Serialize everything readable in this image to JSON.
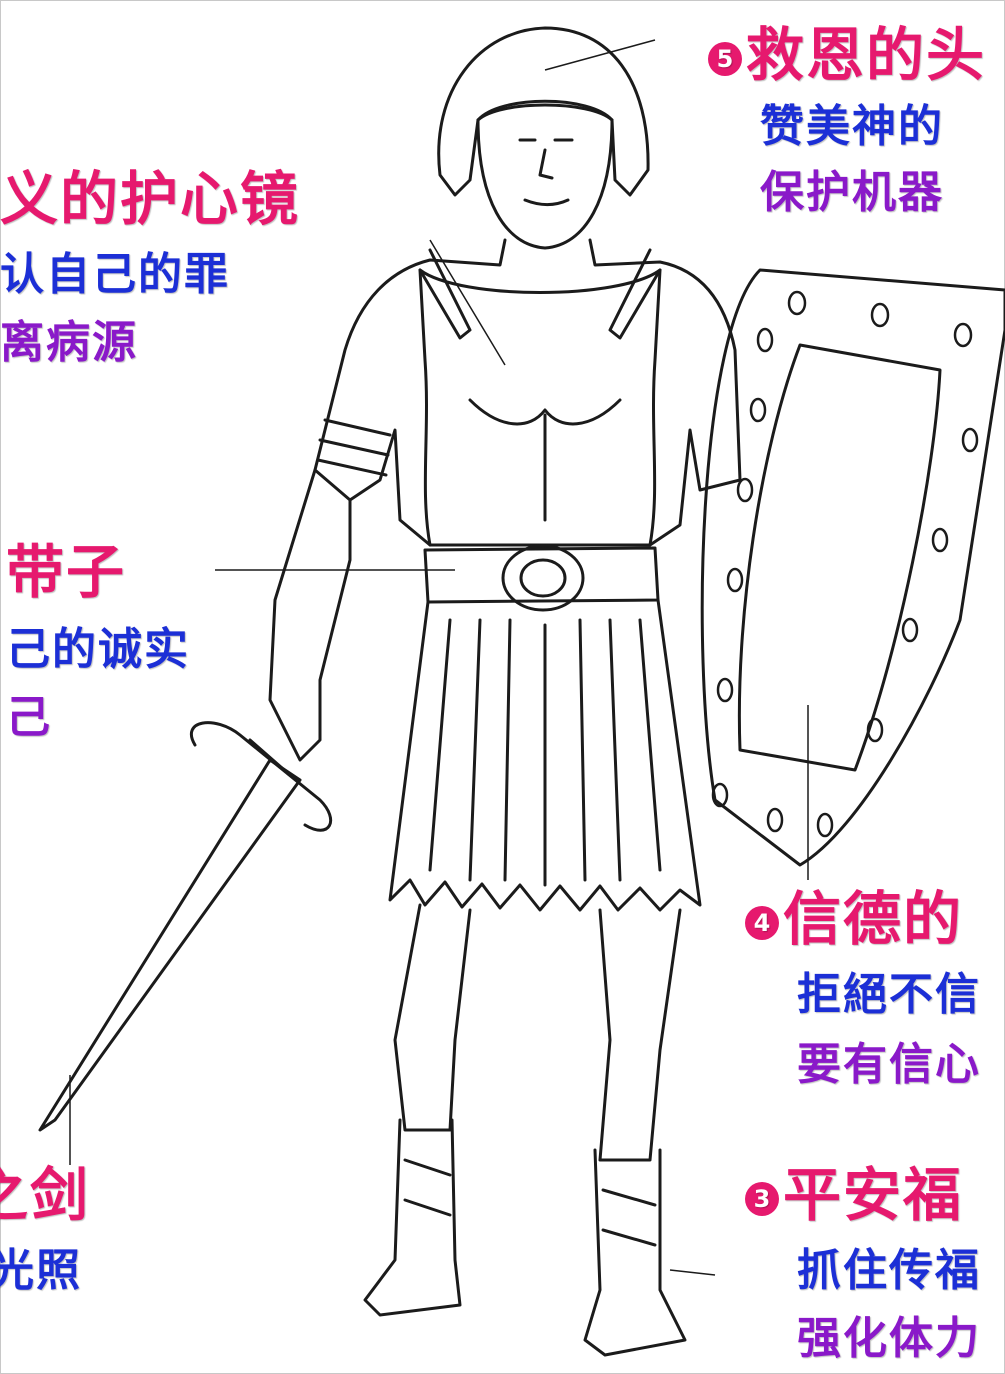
{
  "colors": {
    "title": "#e6196e",
    "line_blue": "#1c2fd6",
    "line_purple": "#8a19c9",
    "badge": "#e6196e",
    "ink": "#1b1b1b"
  },
  "labels": {
    "helmet": {
      "num": "5",
      "title": "救恩的头",
      "line1": "赞美神的",
      "line2": "保护机器"
    },
    "breastplate": {
      "title": "义的护心镜",
      "line1": "认自己的罪",
      "line2": "离病源"
    },
    "belt": {
      "title": "带子",
      "line1": "己的诚实",
      "line2": "己"
    },
    "shield": {
      "num": "4",
      "title": "信德的",
      "line1": "拒絕不信",
      "line2": "要有信心"
    },
    "shoes": {
      "num": "3",
      "title": "平安福",
      "line1": "抓住传福",
      "line2": "强化体力"
    },
    "sword": {
      "title": "之剑",
      "line1": "光照"
    }
  },
  "icons": {
    "soldier": "roman-soldier-illustration",
    "shield": "shield-icon",
    "sword": "sword-icon"
  }
}
